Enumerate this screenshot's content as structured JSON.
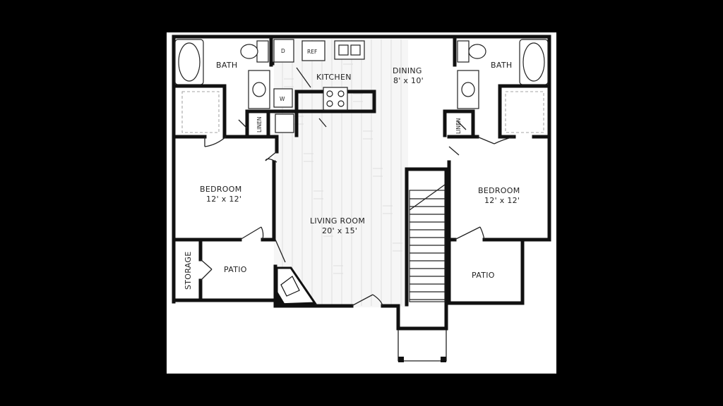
{
  "rooms": {
    "bath_left": "BATH",
    "bath_right": "BATH",
    "kitchen": "KITCHEN",
    "dining": "DINING",
    "dining_size": "8' x 10'",
    "bedroom_left": "BEDROOM",
    "bedroom_left_size": "12' x 12'",
    "bedroom_right": "BEDROOM",
    "bedroom_right_size": "12' x 12'",
    "living": "LIVING ROOM",
    "living_size": "20' x 15'",
    "patio_left": "PATIO",
    "patio_right": "PATIO",
    "storage": "STORAGE",
    "linen_left": "LINEN",
    "linen_right": "LINEN"
  },
  "appliances": {
    "dishwasher": "D",
    "refrigerator": "REF",
    "washer": "W"
  }
}
